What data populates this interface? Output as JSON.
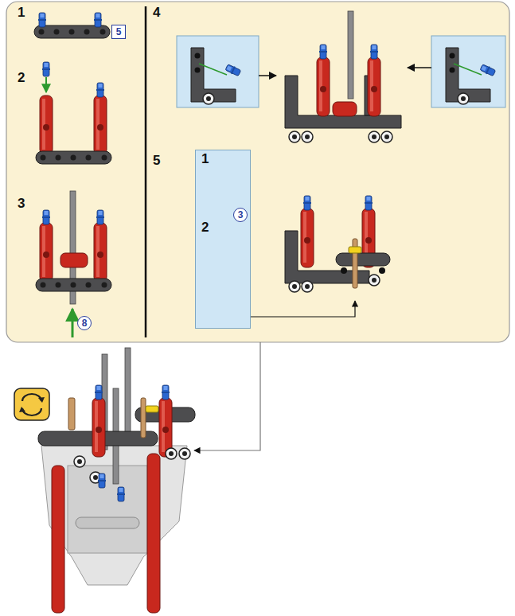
{
  "diagram": {
    "nodes": [
      {
        "text": [
          "5"
        ]
      },
      {
        "text": [
          "8"
        ]
      },
      {
        "text": [
          "1",
          "2"
        ]
      },
      {
        "text": [
          "3"
        ],
        "in": 2
      }
    ],
    "labels": [
      "1",
      "2",
      "3",
      "4",
      "5"
    ]
  }
}
